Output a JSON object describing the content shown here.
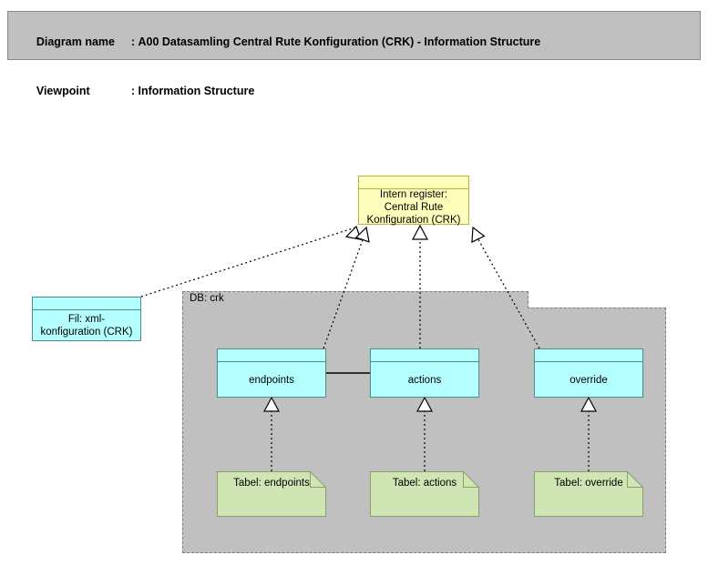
{
  "header": {
    "name_label": "Diagram name",
    "name_sep": ":",
    "name_value": "A00 Datasamling Central Rute Konfiguration (CRK) - Information Structure",
    "viewpoint_label": "Viewpoint",
    "viewpoint_sep": ":",
    "viewpoint_value": "Information Structure",
    "line1": "Diagram name : A00 Datasamling Central Rute Konfiguration (CRK) - Information Structure",
    "line2": "Viewpoint        : Information Structure"
  },
  "colors": {
    "header_bg": "#c0c0c0",
    "group_bg": "#c0c0c0",
    "register_bg": "#ffffbb",
    "register_border": "#b5b53d",
    "entity_bg": "#b4ffff",
    "entity_border": "#4e8c8c",
    "table_bg": "#cfe5b4",
    "table_border": "#8aa06a",
    "line": "#000000",
    "canvas_bg": "#ffffff"
  },
  "diagram": {
    "register": {
      "label": "Intern register: Central Rute Konfiguration (CRK)",
      "line1": "Intern register:",
      "line2": "Central Rute",
      "line3": "Konfiguration (CRK)"
    },
    "file": {
      "label": "Fil: xml-konfiguration (CRK)",
      "line1": "Fil: xml-",
      "line2": "konfiguration (CRK)"
    },
    "group": {
      "label": "DB: crk"
    },
    "entities": [
      {
        "label": "endpoints"
      },
      {
        "label": "actions"
      },
      {
        "label": "override"
      }
    ],
    "tables": [
      {
        "label": "Tabel: endpoints"
      },
      {
        "label": "Tabel: actions"
      },
      {
        "label": "Tabel: override"
      }
    ],
    "relations": [
      {
        "from": "Fil: xml-konfiguration (CRK)",
        "to": "Intern register: Central Rute Konfiguration (CRK)",
        "type": "realization"
      },
      {
        "from": "endpoints",
        "to": "Intern register: Central Rute Konfiguration (CRK)",
        "type": "realization"
      },
      {
        "from": "actions",
        "to": "Intern register: Central Rute Konfiguration (CRK)",
        "type": "realization"
      },
      {
        "from": "override",
        "to": "Intern register: Central Rute Konfiguration (CRK)",
        "type": "realization"
      },
      {
        "from": "Tabel: endpoints",
        "to": "endpoints",
        "type": "realization"
      },
      {
        "from": "Tabel: actions",
        "to": "actions",
        "type": "realization"
      },
      {
        "from": "Tabel: override",
        "to": "override",
        "type": "realization"
      },
      {
        "from": "endpoints",
        "to": "actions",
        "type": "association"
      }
    ]
  }
}
